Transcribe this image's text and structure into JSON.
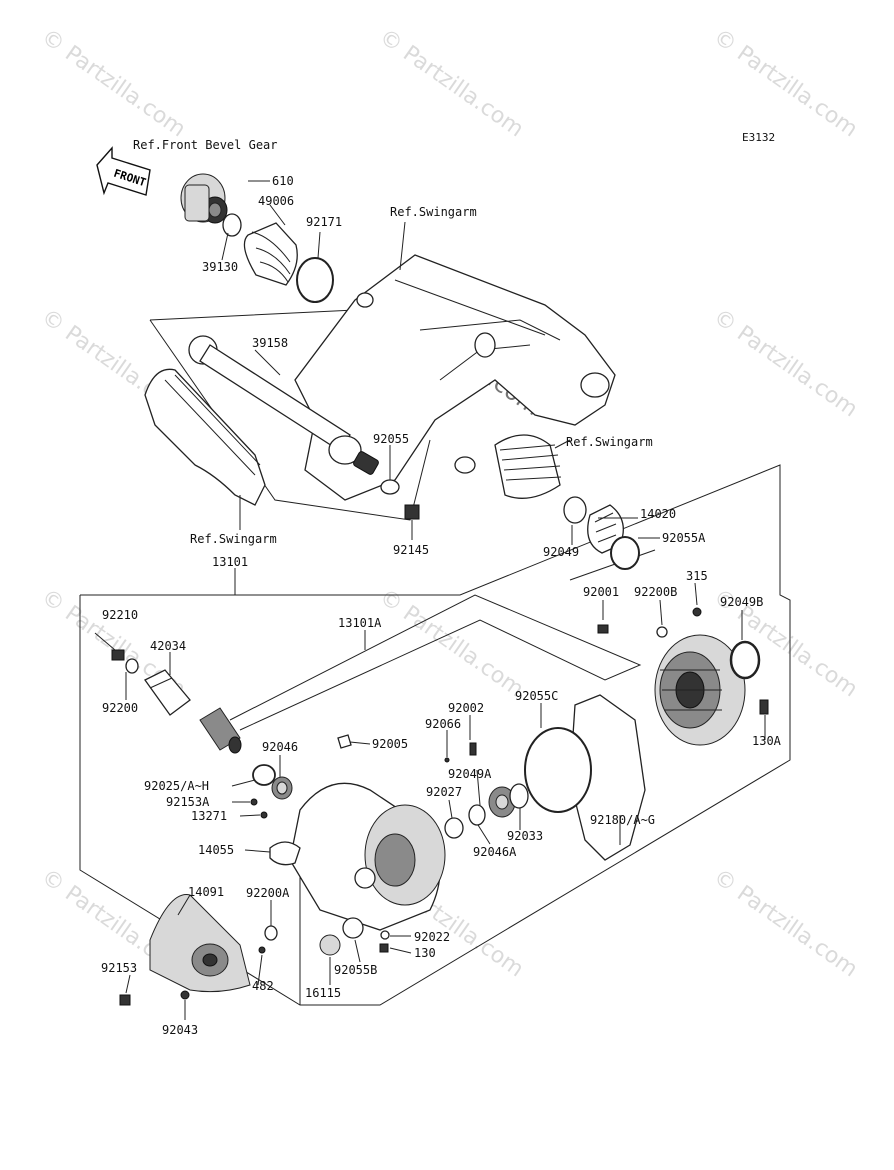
{
  "diagram_code": "E3132",
  "front_arrow_text": "FRONT",
  "watermark": "© Partzilla.com",
  "refs": {
    "front_bevel_gear": "Ref.Front Bevel Gear",
    "swingarm_top": "Ref.Swingarm",
    "swingarm_right": "Ref.Swingarm",
    "swingarm_left": "Ref.Swingarm"
  },
  "labels": {
    "p610": "610",
    "p49006": "49006",
    "p92171": "92171",
    "p39130": "39130",
    "p39158": "39158",
    "p92055": "92055",
    "p92145": "92145",
    "p13101": "13101",
    "p14020": "14020",
    "p92049": "92049",
    "p92055A": "92055A",
    "p315": "315",
    "p92001": "92001",
    "p92200B": "92200B",
    "p92049B": "92049B",
    "p13101A": "13101A",
    "p92210": "92210",
    "p42034": "42034",
    "p92200": "92200",
    "p92002": "92002",
    "p92055C": "92055C",
    "p92066": "92066",
    "p92046": "92046",
    "p92005": "92005",
    "p92025": "92025/A~H",
    "p92153A": "92153A",
    "p13271": "13271",
    "p92049A": "92049A",
    "p92027": "92027",
    "p92033": "92033",
    "p92046A": "92046A",
    "p92180": "92180/A~G",
    "p130A": "130A",
    "p14055": "14055",
    "p14091": "14091",
    "p92200A": "92200A",
    "p92022": "92022",
    "p130": "130",
    "p92055B": "92055B",
    "p16115": "16115",
    "p92153": "92153",
    "p482": "482",
    "p92043": "92043"
  }
}
